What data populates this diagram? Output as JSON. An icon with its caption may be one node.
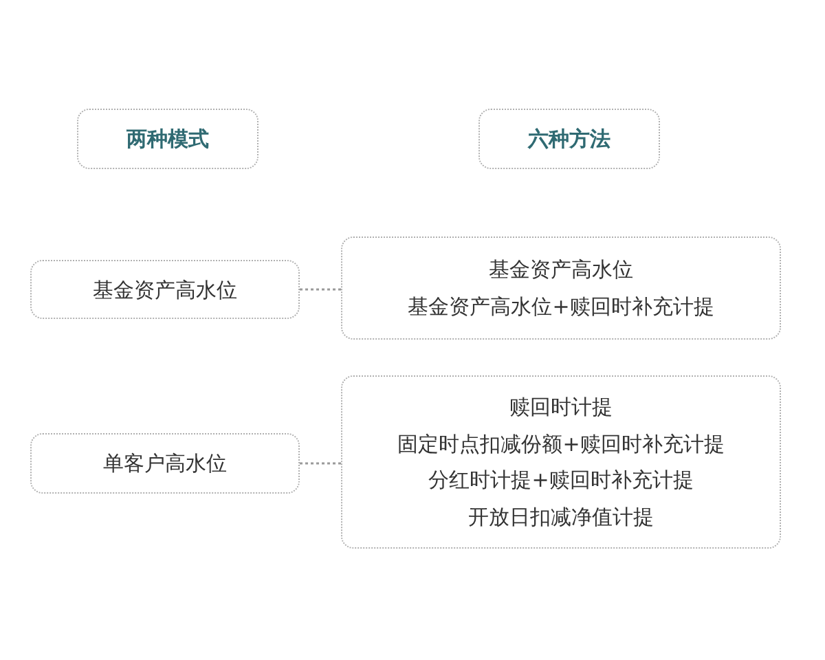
{
  "diagram": {
    "nodes": [
      {
        "text": [
          "两种模式"
        ]
      },
      {
        "text": [
          "六种方法"
        ]
      },
      {
        "text": [
          "基金资产高水位"
        ]
      },
      {
        "text": [
          "基金资产高水位",
          "基金资产高水位+赎回时补充计提"
        ]
      },
      {
        "text": [
          "单客户高水位"
        ]
      },
      {
        "text": [
          "赎回时计提",
          "固定时点扣减份额+赎回时补充计提",
          "分红时计提+赎回时补充计提",
          "开放日扣减净值计提"
        ]
      }
    ],
    "edges": [
      {
        "from": 2,
        "to": 3,
        "arrow": "none",
        "style": "dashed"
      },
      {
        "from": 4,
        "to": 5,
        "arrow": "none",
        "style": "dashed"
      }
    ]
  }
}
